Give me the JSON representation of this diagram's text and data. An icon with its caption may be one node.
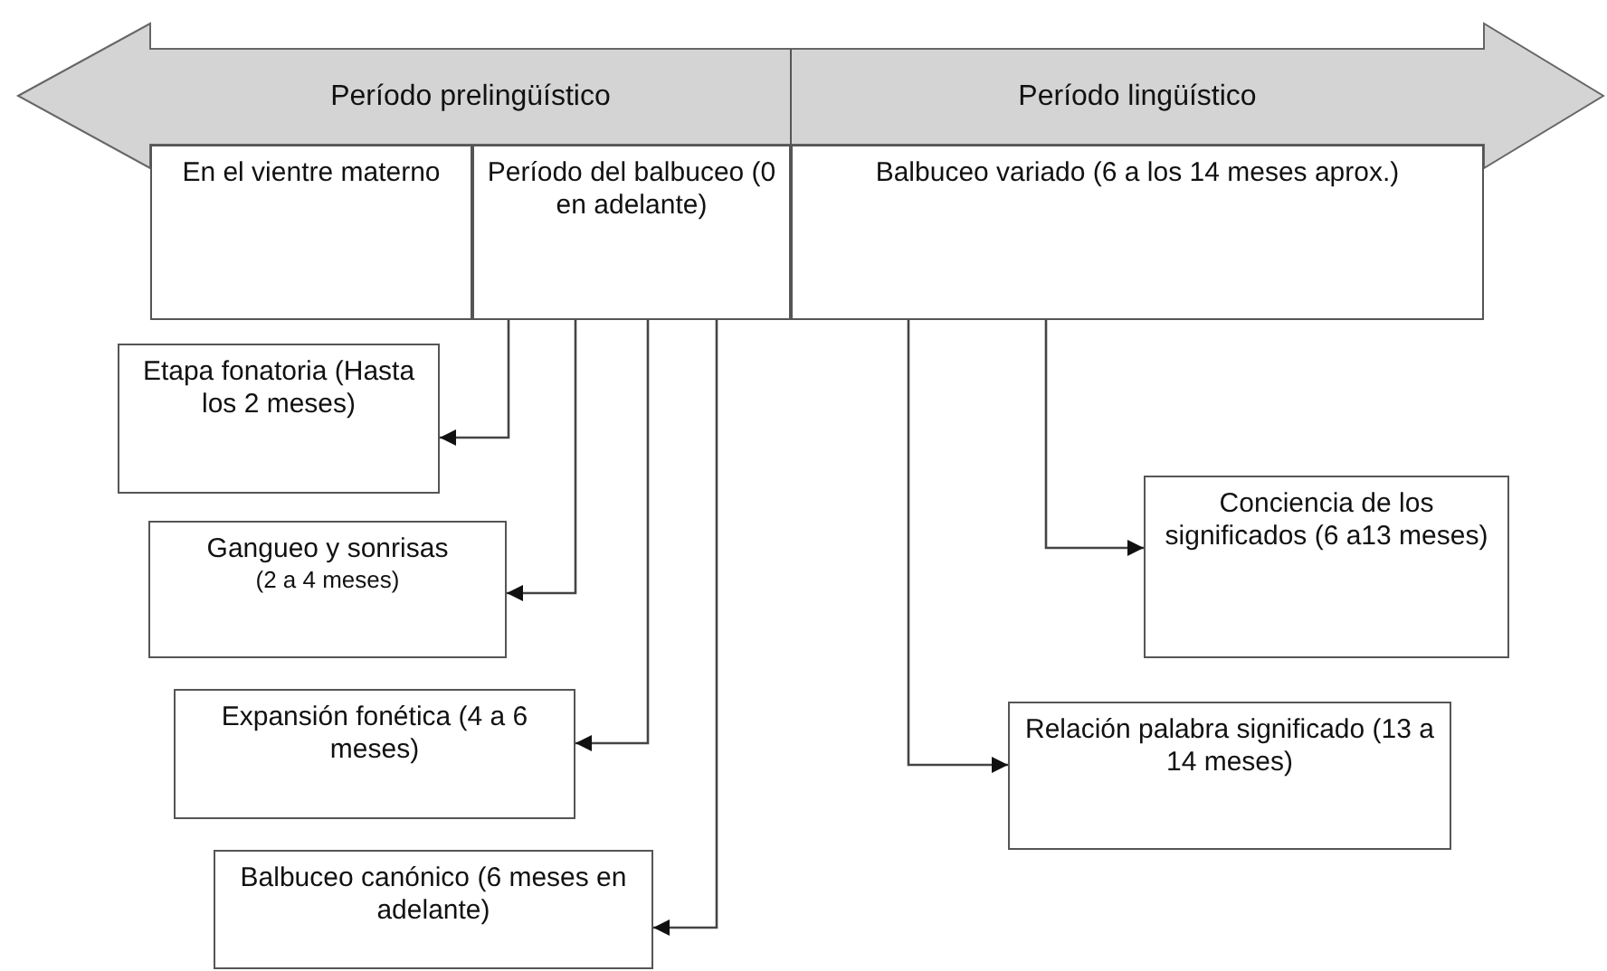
{
  "diagram": {
    "nodes": [
      {
        "text": [
          "Período prelingüístico"
        ]
      },
      {
        "text": [
          "Período lingüístico"
        ]
      },
      {
        "text": [
          "En el vientre materno"
        ]
      },
      {
        "text": [
          "Período del balbuceo (0 en adelante)"
        ]
      },
      {
        "text": [
          "Balbuceo variado (6 a los 14 meses aprox.)"
        ]
      },
      {
        "text": [
          "Etapa fonatoria (Hasta los 2 meses)"
        ]
      },
      {
        "text": [
          "Gangueo y sonrisas",
          "(2 a 4 meses)"
        ]
      },
      {
        "text": [
          "Expansión fonética (4 a 6 meses)"
        ]
      },
      {
        "text": [
          "Balbuceo canónico (6 meses en adelante)"
        ]
      },
      {
        "text": [
          "Conciencia de los significados (6 a13 meses)"
        ]
      },
      {
        "text": [
          "Relación palabra significado (13 a 14 meses)"
        ]
      }
    ],
    "edges": [
      {
        "from": 3,
        "to": 5,
        "arrow": "to"
      },
      {
        "from": 3,
        "to": 6,
        "arrow": "to"
      },
      {
        "from": 3,
        "to": 7,
        "arrow": "to"
      },
      {
        "from": 3,
        "to": 8,
        "arrow": "to"
      },
      {
        "from": 4,
        "to": 9,
        "arrow": "to"
      },
      {
        "from": 4,
        "to": 10,
        "arrow": "to"
      }
    ]
  }
}
